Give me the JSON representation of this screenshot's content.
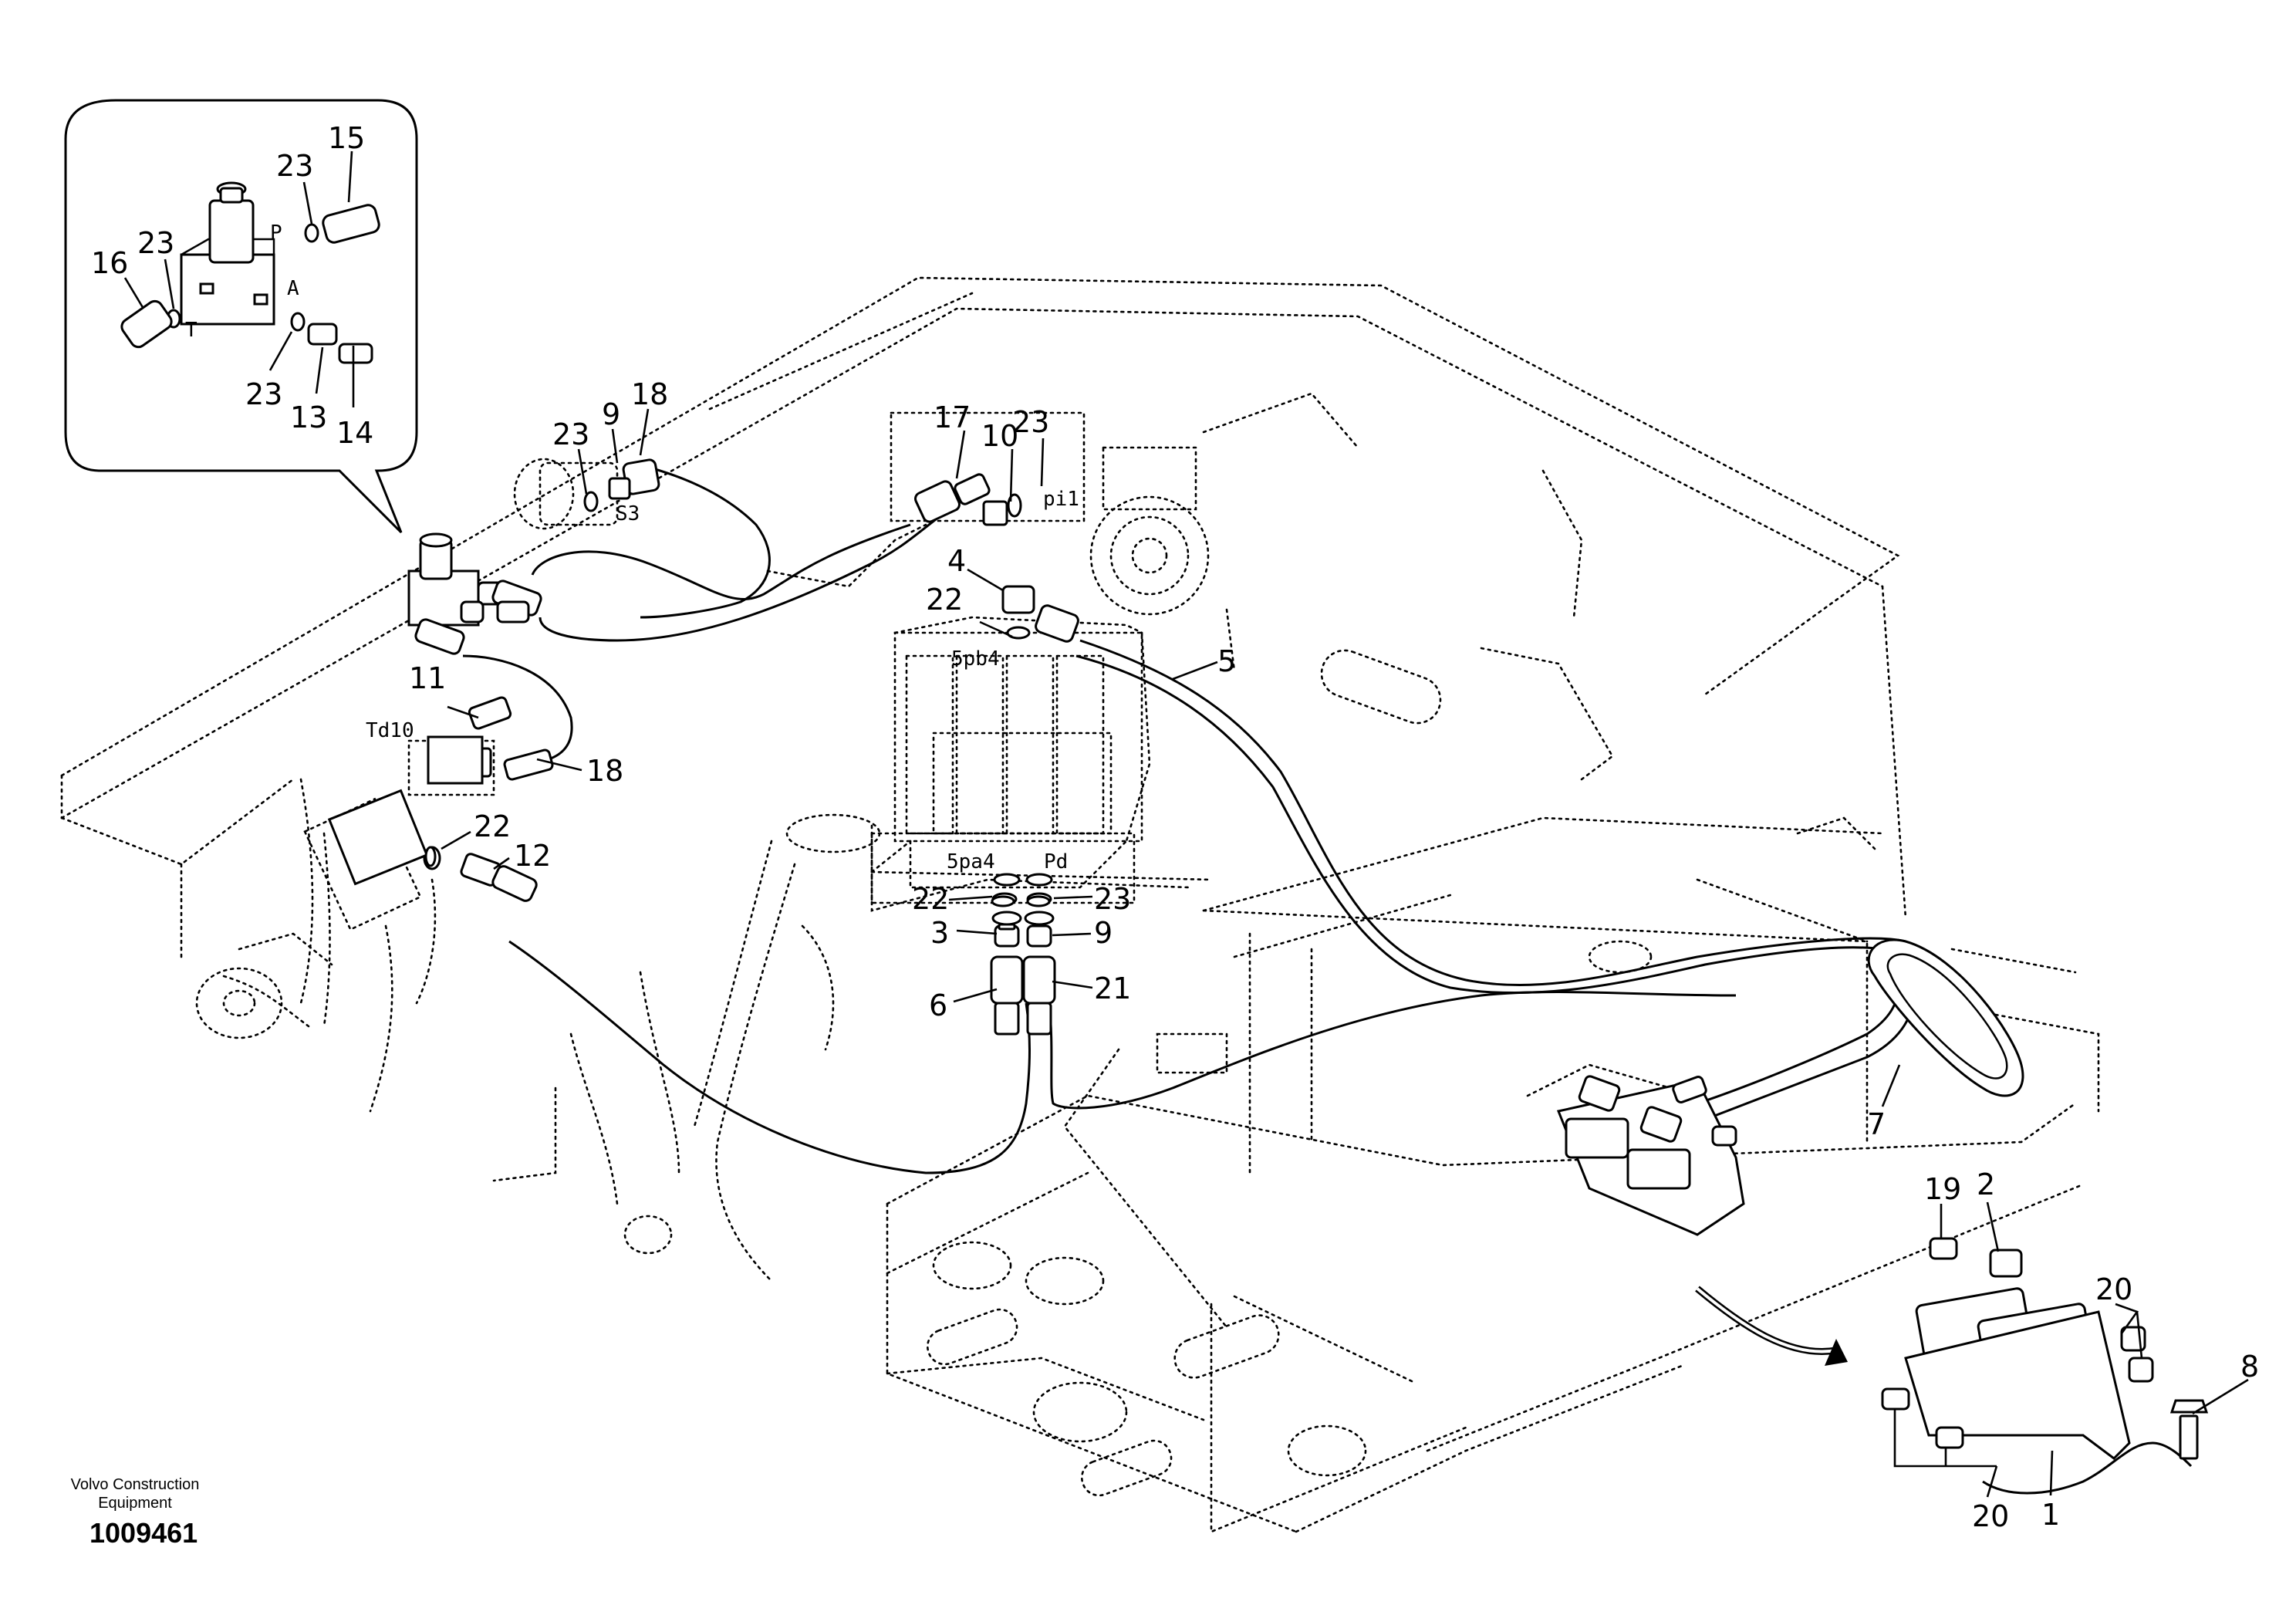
{
  "callouts": [
    {
      "id": "c15",
      "text": "15"
    },
    {
      "id": "c23a",
      "text": "23"
    },
    {
      "id": "c23b",
      "text": "23"
    },
    {
      "id": "c16",
      "text": "16"
    },
    {
      "id": "c23c",
      "text": "23"
    },
    {
      "id": "c13",
      "text": "13"
    },
    {
      "id": "c14",
      "text": "14"
    },
    {
      "id": "c23d",
      "text": "23"
    },
    {
      "id": "c9a",
      "text": "9"
    },
    {
      "id": "c18a",
      "text": "18"
    },
    {
      "id": "c17",
      "text": "17"
    },
    {
      "id": "c10",
      "text": "10"
    },
    {
      "id": "c23e",
      "text": "23"
    },
    {
      "id": "c4",
      "text": "4"
    },
    {
      "id": "c22a",
      "text": "22"
    },
    {
      "id": "c5",
      "text": "5"
    },
    {
      "id": "c11",
      "text": "11"
    },
    {
      "id": "c18b",
      "text": "18"
    },
    {
      "id": "c22b",
      "text": "22"
    },
    {
      "id": "c12",
      "text": "12"
    },
    {
      "id": "c22c",
      "text": "22"
    },
    {
      "id": "c23f",
      "text": "23"
    },
    {
      "id": "c3",
      "text": "3"
    },
    {
      "id": "c9b",
      "text": "9"
    },
    {
      "id": "c6",
      "text": "6"
    },
    {
      "id": "c21",
      "text": "21"
    },
    {
      "id": "c7",
      "text": "7"
    },
    {
      "id": "c19",
      "text": "19"
    },
    {
      "id": "c2",
      "text": "2"
    },
    {
      "id": "c20a",
      "text": "20"
    },
    {
      "id": "c8",
      "text": "8"
    },
    {
      "id": "c20b",
      "text": "20"
    },
    {
      "id": "c1",
      "text": "1"
    }
  ],
  "port_codes": [
    {
      "id": "pP",
      "text": "P"
    },
    {
      "id": "pA",
      "text": "A"
    },
    {
      "id": "pT",
      "text": "T"
    },
    {
      "id": "pS3",
      "text": "S3"
    },
    {
      "id": "ppi1",
      "text": "pi1"
    },
    {
      "id": "p5pb4",
      "text": "5pb4"
    },
    {
      "id": "pTd10",
      "text": "Td10"
    },
    {
      "id": "p5pa4",
      "text": "5pa4"
    },
    {
      "id": "pPd",
      "text": "Pd"
    }
  ],
  "brand": {
    "line1": "Volvo Construction",
    "line2": "Equipment"
  },
  "document_number": "1009461",
  "colors": {
    "ink": "#000000",
    "paper": "#ffffff"
  }
}
